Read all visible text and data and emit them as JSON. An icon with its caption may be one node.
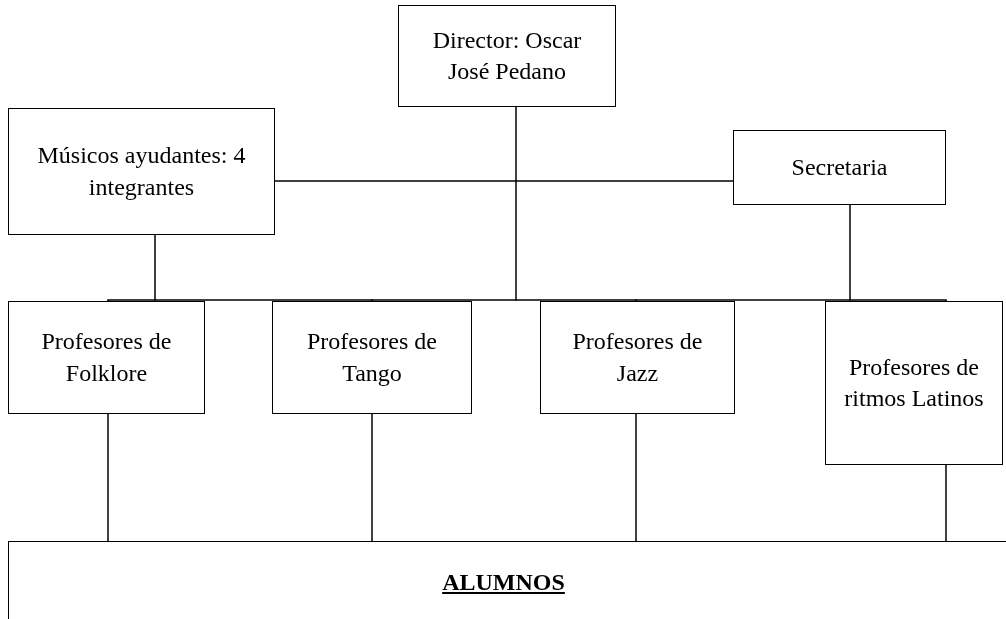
{
  "diagram": {
    "nodes": [
      {
        "text": [
          "Director: Oscar José Pedano"
        ]
      },
      {
        "text": [
          "Músicos ayudantes: 4 integrantes"
        ]
      },
      {
        "text": [
          "Secretaria"
        ]
      },
      {
        "text": [
          "Profesores de Folklore"
        ]
      },
      {
        "text": [
          "Profesores de Tango"
        ]
      },
      {
        "text": [
          "Profesores de Jazz"
        ]
      },
      {
        "text": [
          "Profesores de ritmos Latinos"
        ]
      },
      {
        "text": [
          "ALUMNOS"
        ]
      }
    ],
    "edges": [
      {
        "from": 1,
        "to": 2,
        "arrow": "none"
      },
      {
        "from": 0,
        "to": 3,
        "arrow": "none"
      },
      {
        "from": 0,
        "to": 4,
        "arrow": "none"
      },
      {
        "from": 0,
        "to": 5,
        "arrow": "none"
      },
      {
        "from": 0,
        "to": 6,
        "arrow": "none"
      },
      {
        "from": 1,
        "to": 3,
        "arrow": "none"
      },
      {
        "from": 1,
        "to": 4,
        "arrow": "none"
      },
      {
        "from": 1,
        "to": 5,
        "arrow": "none"
      },
      {
        "from": 1,
        "to": 6,
        "arrow": "none"
      },
      {
        "from": 2,
        "to": 3,
        "arrow": "none"
      },
      {
        "from": 2,
        "to": 4,
        "arrow": "none"
      },
      {
        "from": 2,
        "to": 5,
        "arrow": "none"
      },
      {
        "from": 2,
        "to": 6,
        "arrow": "none"
      },
      {
        "from": 3,
        "to": 7,
        "arrow": "none"
      },
      {
        "from": 4,
        "to": 7,
        "arrow": "none"
      },
      {
        "from": 5,
        "to": 7,
        "arrow": "none"
      },
      {
        "from": 6,
        "to": 7,
        "arrow": "none"
      }
    ]
  }
}
